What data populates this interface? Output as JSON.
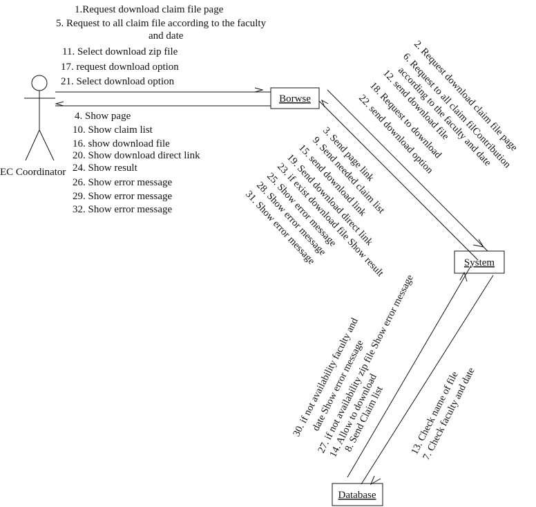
{
  "actor": {
    "label": "EC Coordinator"
  },
  "objects": {
    "browse": "Borwse",
    "system": "System",
    "database": "Database"
  },
  "messages": {
    "actor_to_browse": [
      "1.Request download claim file page",
      "5. Request to all claim file according to the faculty",
      "and date",
      "11. Select download zip file",
      "17. request download option",
      "21. Select download option"
    ],
    "browse_to_actor": [
      "4. Show page",
      "10. Show claim list",
      "16. show download file",
      "20. Show download direct link",
      "24.  Show result",
      "26.  Show error message",
      "29.  Show error message",
      "32.  Show error message"
    ],
    "browse_to_system": [
      "2. Request download claim file page",
      "6. Request to all claim filContribution",
      "according to the faculty and date",
      "12. send download file",
      "18.   Request to download",
      "22. send download option"
    ],
    "system_to_browse": [
      "3. Send page link",
      "9. Send needed claim list",
      "15. send download link",
      "19. Send download direct link",
      "23. if exist  download file Show result",
      "25. Show error message",
      "28. Show error message",
      "31. Show error message"
    ],
    "database_to_system": [
      "30. if not availability faculty and",
      "date Show error message",
      "27. if not availability zip file Show error message",
      "14. Allow to download",
      "8. Send Claim list"
    ],
    "system_to_database": [
      "13. Check name of file",
      "7. Check faculty and date"
    ]
  }
}
